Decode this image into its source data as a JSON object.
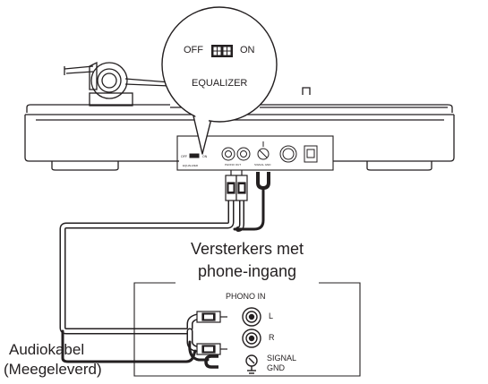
{
  "callout": {
    "off_label": "OFF",
    "on_label": "ON",
    "equalizer_label": "EQUALIZER"
  },
  "amplifier": {
    "title_line1": "Versterkers met",
    "title_line2": "phone-ingang",
    "phono_in_label": "PHONO IN",
    "left_label": "L",
    "right_label": "R",
    "signal_label": "SIGNAL",
    "gnd_label": "GND"
  },
  "cable": {
    "label_line1": "Audiokabel",
    "label_line2": "(Meegeleverd)"
  },
  "colors": {
    "line": "#231f20",
    "panel_fill": "#ffffff"
  }
}
